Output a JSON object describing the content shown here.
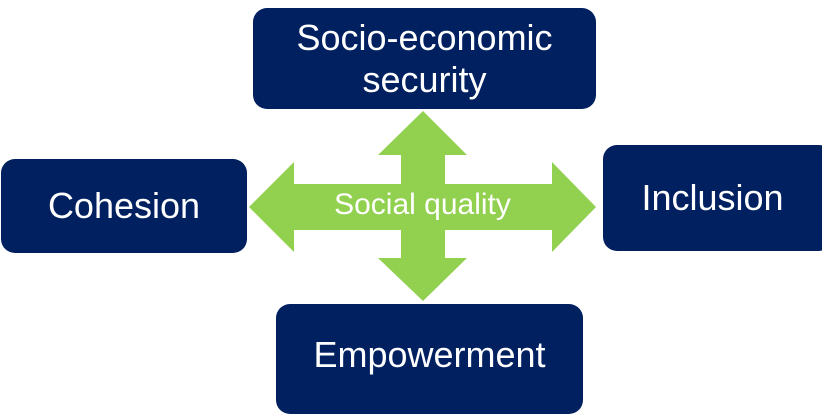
{
  "colors": {
    "box": "#002060",
    "arrow": "#92d050",
    "text": "#ffffff"
  },
  "center": {
    "label": "Social quality"
  },
  "boxes": {
    "top": "Socio-economic security",
    "left": "Cohesion",
    "right": "Inclusion",
    "bottom": "Empowerment"
  }
}
